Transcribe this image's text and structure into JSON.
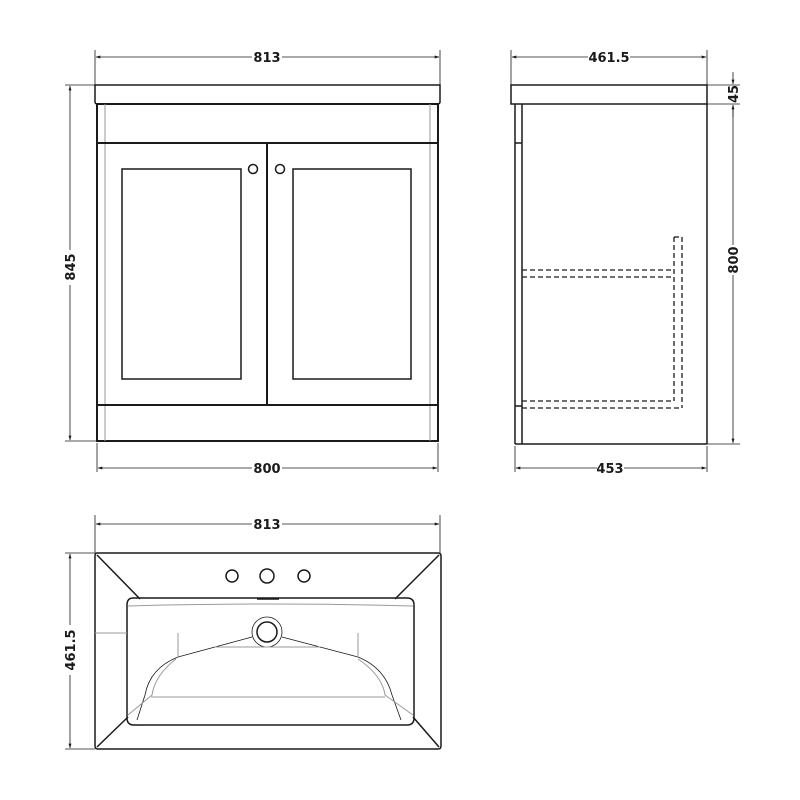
{
  "drawing": {
    "front_view": {
      "width_top_label": "813",
      "width_bottom_label": "800",
      "height_label": "845"
    },
    "side_view": {
      "depth_top_label": "461.5",
      "worktop_thickness_label": "45",
      "height_label": "800",
      "depth_bottom_label": "453"
    },
    "basin_plan_view": {
      "width_label": "813",
      "depth_label": "461.5",
      "tap_holes": 3
    },
    "colors": {
      "line": "#1a1a1a",
      "hidden_line": "#9a9a9a",
      "background": "#ffffff"
    }
  }
}
